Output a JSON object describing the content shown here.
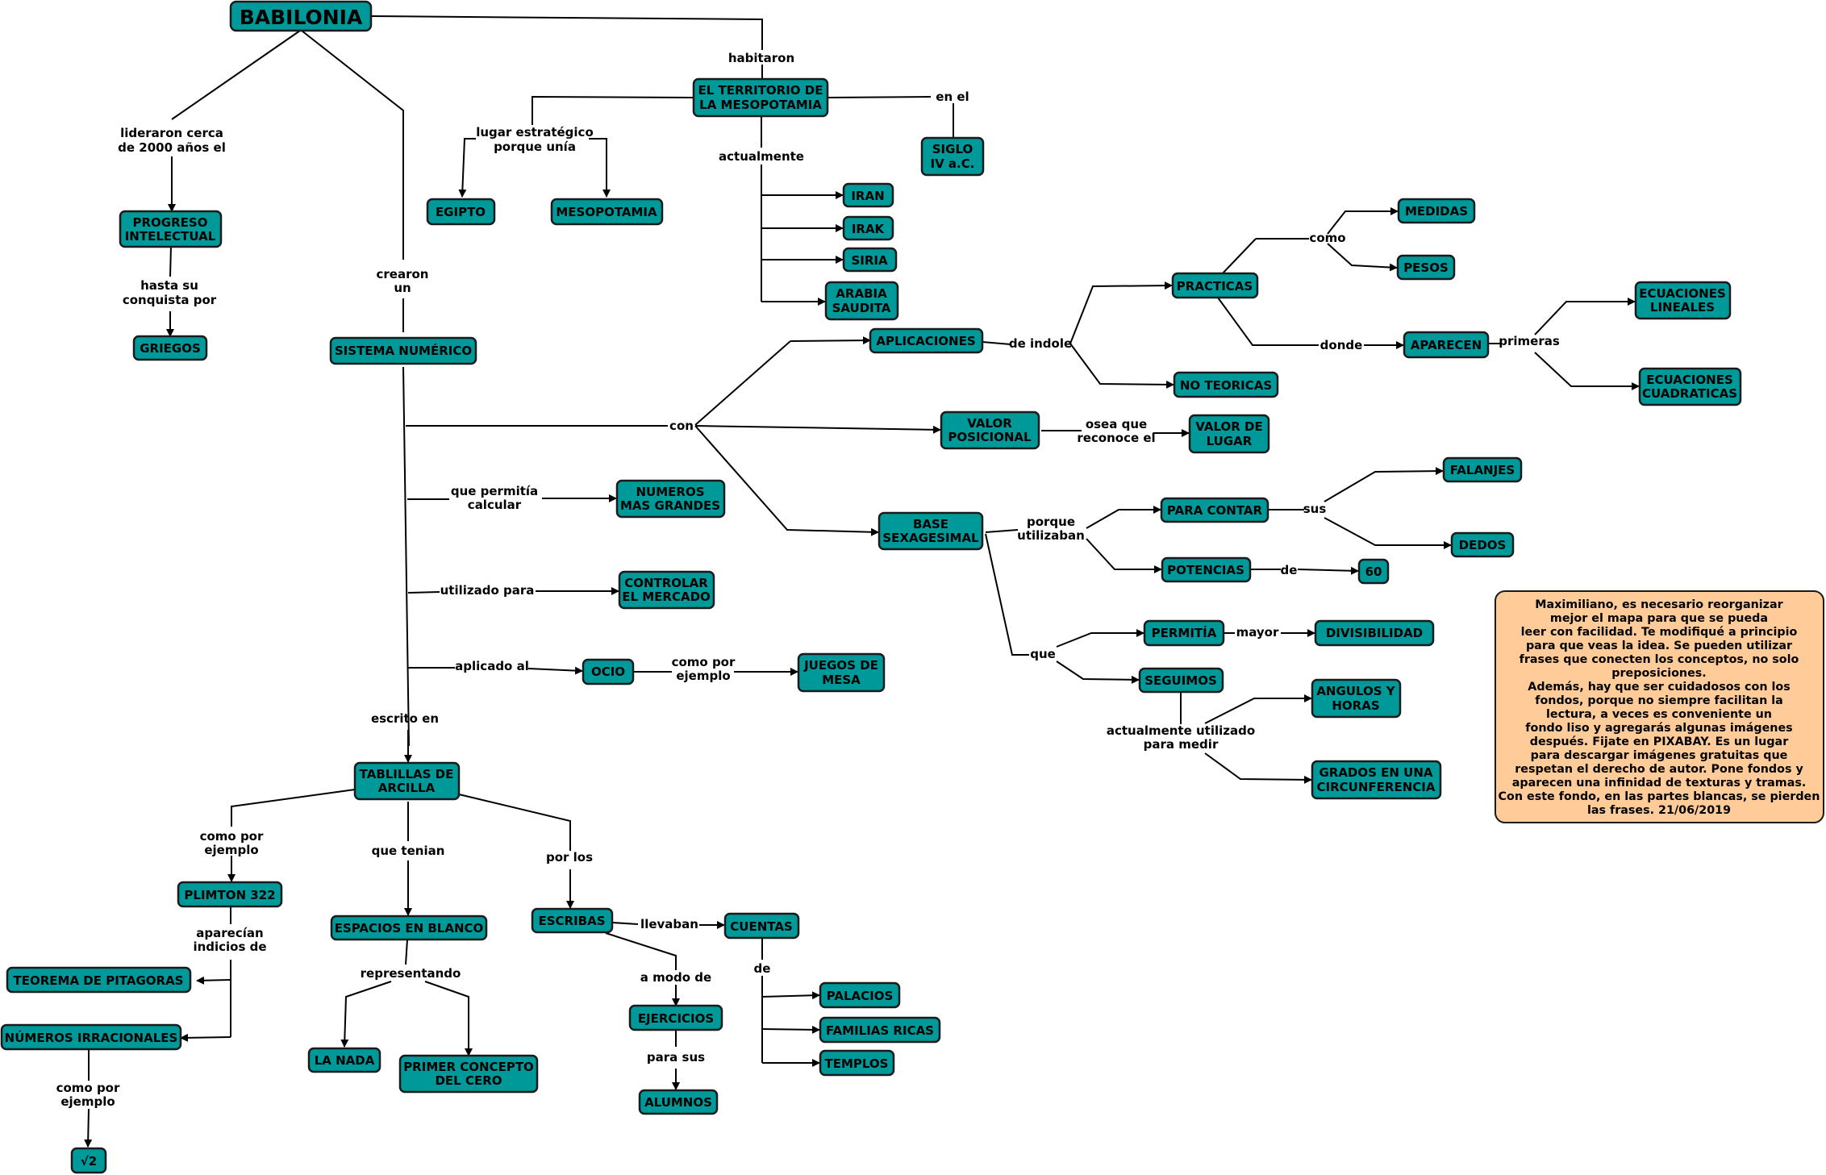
{
  "colors": {
    "node_fill": "#009999",
    "node_stroke": "#1a1a1a",
    "note_fill": "#ffcc99",
    "line": "#000000"
  },
  "nodes": {
    "babilonia": "BABILONIA",
    "territorio": [
      "EL TERRITORIO DE",
      "LA MESOPOTAMIA"
    ],
    "siglo": [
      "SIGLO",
      "IV a.C."
    ],
    "egipto": "EGIPTO",
    "mesopotamia": "MESOPOTAMIA",
    "iran": "IRAN",
    "irak": "IRAK",
    "siria": "SIRIA",
    "arabia": [
      "ARABIA",
      "SAUDITA"
    ],
    "progreso": [
      "PROGRESO",
      "INTELECTUAL"
    ],
    "griegos": "GRIEGOS",
    "sistema": "SISTEMA NUMÉRICO",
    "aplicaciones": "APLICACIONES",
    "practicas": "PRACTICAS",
    "no_teoricas": "NO TEORICAS",
    "medidas": "MEDIDAS",
    "pesos": "PESOS",
    "aparecen": "APARECEN",
    "ec_lineales": [
      "ECUACIONES",
      "LINEALES"
    ],
    "ec_cuadraticas": [
      "ECUACIONES",
      "CUADRATICAS"
    ],
    "valor_posicional": [
      "VALOR",
      "POSICIONAL"
    ],
    "valor_lugar": [
      "VALOR DE",
      "LUGAR"
    ],
    "numeros_grandes": [
      "NUMEROS",
      "MAS GRANDES"
    ],
    "controlar": [
      "CONTROLAR",
      "EL MERCADO"
    ],
    "ocio": "OCIO",
    "juegos": [
      "JUEGOS DE",
      "MESA"
    ],
    "base": [
      "BASE",
      "SEXAGESIMAL"
    ],
    "para_contar": "PARA CONTAR",
    "potencias": "POTENCIAS",
    "falanjes": "FALANJES",
    "dedos": "DEDOS",
    "sesenta": "60",
    "permitia": "PERMITÍA",
    "divisibilidad": "DIVISIBILIDAD",
    "seguimos": "SEGUIMOS",
    "angulos": [
      "ANGULOS Y",
      "HORAS"
    ],
    "grados": [
      "GRADOS EN UNA",
      "CIRCUNFERENCIA"
    ],
    "tablillas": [
      "TABLILLAS DE",
      "ARCILLA"
    ],
    "plimton": "PLIMTON 322",
    "pitagoras": "TEOREMA DE PITAGORAS",
    "irracionales": "NÚMEROS IRRACIONALES",
    "raiz": "√2",
    "espacios": "ESPACIOS EN BLANCO",
    "la_nada": "LA NADA",
    "primer_cero": [
      "PRIMER CONCEPTO",
      "DEL CERO"
    ],
    "escribas": "ESCRIBAS",
    "cuentas": "CUENTAS",
    "ejercicios": "EJERCICIOS",
    "alumnos": "ALUMNOS",
    "palacios": "PALACIOS",
    "familias": "FAMILIAS RICAS",
    "templos": "TEMPLOS"
  },
  "labels": {
    "habitaron": "habitaron",
    "en_el": "en el",
    "lugar_estrategico": [
      "lugar estratégico",
      "porque unía"
    ],
    "actualmente": "actualmente",
    "lideraron": [
      "lideraron cerca",
      "de 2000 años el"
    ],
    "hasta_su": [
      "hasta su",
      "conquista por"
    ],
    "crearon": [
      "crearon",
      "un"
    ],
    "con": "con",
    "de_indole": "de indole",
    "como": "como",
    "donde": "donde",
    "primeras": "primeras",
    "osea_que": [
      "osea que",
      "reconoce el"
    ],
    "que_permitia": [
      "que permitía",
      "calcular"
    ],
    "utilizado_para": "utilizado para",
    "aplicado_al": "aplicado al",
    "como_por_ejemplo_ocio": [
      "como por",
      "ejemplo"
    ],
    "porque_utilizaban": [
      "porque",
      "utilizaban"
    ],
    "sus": "sus",
    "de_60": "de",
    "que": "que",
    "mayor": "mayor",
    "actualmente_utilizado": [
      "actualmente utilizado",
      "para medir"
    ],
    "escrito_en": "escrito en",
    "como_por_ejemplo_tab": [
      "como por",
      "ejemplo"
    ],
    "que_tenian": "que tenian",
    "por_los": "por los",
    "aparecian": [
      "aparecían",
      "indicios de"
    ],
    "como_por_ejemplo_irr": [
      "como por",
      "ejemplo"
    ],
    "representando": "representando",
    "llevaban": "llevaban",
    "a_modo_de": "a modo de",
    "para_sus": "para sus",
    "de_cuentas": "de"
  },
  "note": {
    "lines": [
      "Maximiliano, es necesario reorganizar",
      "mejor el mapa para que se pueda",
      "leer con facilidad.  Te modifiqué a principio",
      "para que veas la idea.  Se pueden utilizar",
      "frases que conecten los conceptos, no solo",
      "preposiciones.",
      "Además, hay que ser cuidadosos con los",
      "fondos, porque no siempre facilitan la",
      "lectura, a veces es conveniente un",
      "fondo liso y agregarás algunas imágenes",
      "después.  Fijate en PIXABAY.  Es un lugar",
      "para descargar imágenes gratuitas que",
      "respetan el derecho de autor.  Pone fondos y",
      "aparecen una infinidad de texturas y tramas.",
      "Con este fondo, en las partes blancas, se pierden",
      "las frases.    21/06/2019"
    ]
  }
}
